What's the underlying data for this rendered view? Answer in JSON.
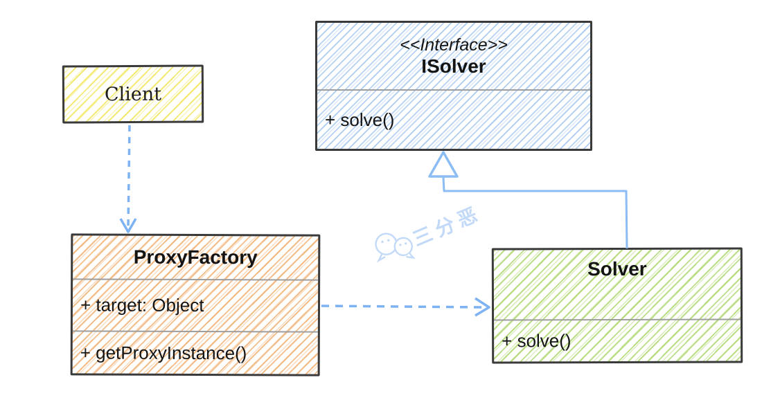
{
  "classes": [
    {
      "id": "client",
      "name": "Client",
      "stereotype": "",
      "attributes": [],
      "methods": [],
      "hatch_color": "#f2e65f"
    },
    {
      "id": "isolver",
      "name": "ISolver",
      "stereotype": "<<Interface>>",
      "attributes": [],
      "methods": [
        "+ solve()"
      ],
      "hatch_color": "#96beee"
    },
    {
      "id": "proxyfactory",
      "name": "ProxyFactory",
      "stereotype": "",
      "attributes": [
        "+ target: Object"
      ],
      "methods": [
        "+ getProxyInstance()"
      ],
      "hatch_color": "#f0a864"
    },
    {
      "id": "solver",
      "name": "Solver",
      "stereotype": "",
      "attributes": [],
      "methods": [
        "+ solve()"
      ],
      "hatch_color": "#a0d055"
    }
  ],
  "relationships": [
    {
      "from": "Client",
      "to": "ProxyFactory",
      "type": "dependency",
      "line": "dashed",
      "arrowhead": "open-v"
    },
    {
      "from": "ProxyFactory",
      "to": "Solver",
      "type": "dependency",
      "line": "dashed",
      "arrowhead": "open-v"
    },
    {
      "from": "Solver",
      "to": "ISolver",
      "type": "realization",
      "line": "solid",
      "arrowhead": "hollow-triangle"
    }
  ],
  "watermark": {
    "text": "三分恶",
    "icon": "wechat-chat-bubbles-icon",
    "color": "#c3d9f8"
  },
  "colors": {
    "background": "#ffffff",
    "box_border": "#3a3a3a",
    "compartment_divider": "#9e9e9e",
    "connector_blue": "#7db3f2",
    "text": "#141414"
  }
}
